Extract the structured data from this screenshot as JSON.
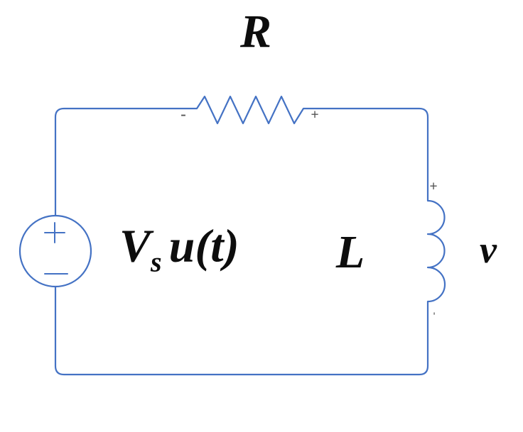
{
  "diagram": {
    "type": "rl-circuit",
    "background": "#ffffff",
    "wire_color": "#4472C4",
    "label_color": "#0d0d0d",
    "polarity_color": "#545454",
    "resistor": {
      "label": "R",
      "left_polarity": "-",
      "right_polarity": "+"
    },
    "source": {
      "label_main": "V",
      "label_sub": "s",
      "label_fn": "u(t)",
      "plus": "+",
      "minus": "−"
    },
    "inductor": {
      "label": "L",
      "top_polarity": "+",
      "bottom_tick": "'"
    },
    "output": {
      "label": "v"
    }
  }
}
